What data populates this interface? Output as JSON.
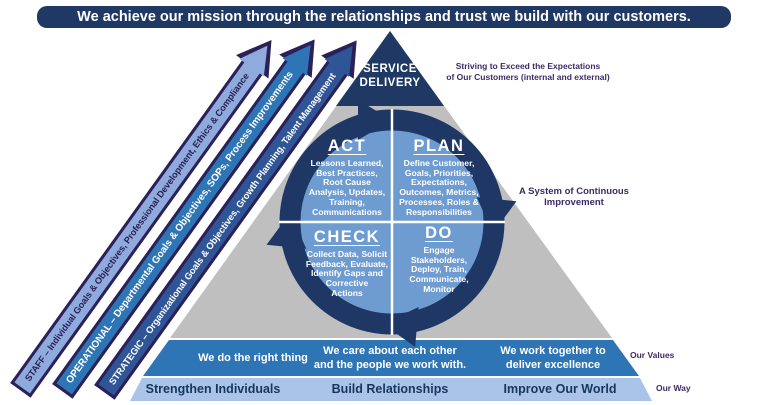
{
  "banner": {
    "text": "We achieve our mission through the relationships and trust we build with our customers."
  },
  "arrows": [
    {
      "label": "STAFF – Individual Goals & Objectives, Professional Development, Ethics & Compliance"
    },
    {
      "label": "OPERATIONAL – Departmental Goals & Objectives, SOPs, Process Improvements"
    },
    {
      "label": "STRATEGIC – Organizational Goals & Objectives, Growth Planning, Talent Management"
    }
  ],
  "pyramid": {
    "apex_label": "SERVICE\nDELIVERY"
  },
  "pdca": {
    "act": {
      "title": "ACT",
      "body": "Lessons Learned,\nBest Practices,\nRoot Cause\nAnalysis, Updates,\nTraining,\nCommunications"
    },
    "plan": {
      "title": "PLAN",
      "body": "Define Customer,\nGoals, Priorities,\nExpectations,\nOutcomes, Metrics,\nProcesses, Roles &\nResponsibilities"
    },
    "check": {
      "title": "CHECK",
      "body": "Collect Data, Solicit\nFeedback, Evaluate,\nIdentify Gaps and\nCorrective\nActions"
    },
    "do": {
      "title": "DO",
      "body": "Engage\nStakeholders,\nDeploy, Train,\nCommunicate,\nMonitor"
    }
  },
  "annotations": {
    "striving": "Striving to Exceed the Expectations\nof Our Customers (internal and external)",
    "system": "A System of Continuous\nImprovement",
    "our_values": "Our Values",
    "our_way": "Our Way"
  },
  "values_band": {
    "items": [
      "We do the right thing",
      "We care about each other\nand the people we work with.",
      "We work together to\ndeliver excellence"
    ]
  },
  "way_band": {
    "items": [
      "Strengthen Individuals",
      "Build Relationships",
      "Improve Our World"
    ]
  },
  "colors": {
    "navy": "#1f3864",
    "pyramid_gray": "#bfbfbf",
    "quadrant_blue": "#6f9cd0",
    "band_blue": "#2e75b6",
    "band_light_blue": "#a9c3e9",
    "staff_arrow_fill": "#8faadc",
    "operational_arrow_fill": "#2e75b6",
    "strategic_arrow_fill": "#2f5597",
    "outline_purple": "#2b2158",
    "annotation_purple": "#3d2a66"
  }
}
